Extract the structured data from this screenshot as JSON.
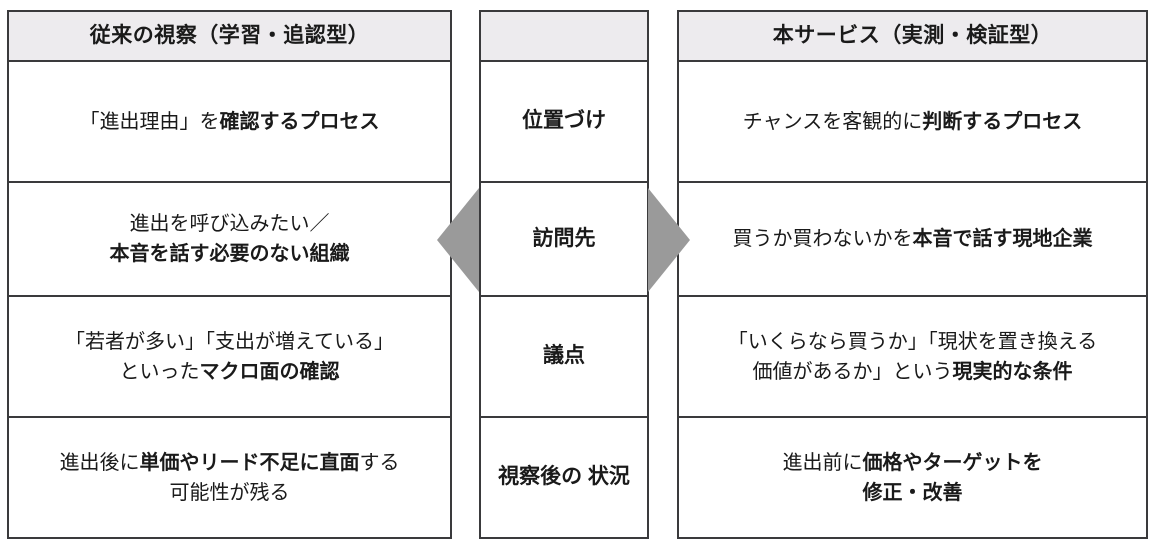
{
  "diagram": {
    "title_left": "従来の視察（学習・追認型）",
    "title_mid": "",
    "title_right": "本サービス（実測・検証型）",
    "arrow_left_name": "left-arrow",
    "arrow_right_name": "right-arrow",
    "colors": {
      "header_fill": "#edebee",
      "border": "#3a3a3c",
      "arrow": "#9a9a9a",
      "text": "#1a1a1a"
    }
  },
  "rows": [
    {
      "label": "位置づけ",
      "left": [
        {
          "normal": "「進出理由」を",
          "bold": "確認するプロセス"
        }
      ],
      "right": [
        {
          "normal": "チャンスを客観的に",
          "bold": "判断するプロセス"
        }
      ]
    },
    {
      "label": "訪問先",
      "left": [
        {
          "normal": "進出を呼び込みたい／",
          "bold": ""
        },
        {
          "normal": "",
          "bold": "本音を話す必要のない組織"
        }
      ],
      "right": [
        {
          "normal": "買うか買わないかを",
          "bold": "本音で話す現地企業"
        }
      ]
    },
    {
      "label": "議点",
      "left": [
        {
          "normal": "「若者が多い」「支出が増えている」",
          "bold": ""
        },
        {
          "normal": "といった",
          "bold": "マクロ面の確認"
        }
      ],
      "right": [
        {
          "normal": "「いくらなら買うか」「現状を置き換える",
          "bold": ""
        },
        {
          "normal": "価値があるか」という",
          "bold": "現実的な条件"
        }
      ]
    },
    {
      "label": "視察後の\n状況",
      "label_line1": "視察後の",
      "label_line2": "状況",
      "left": [
        {
          "normal": "進出後に",
          "bold": "単価やリード不足に直面",
          "normal2": "する"
        },
        {
          "normal": "可能性が残る",
          "bold": ""
        }
      ],
      "right": [
        {
          "normal": "進出前に",
          "bold": "価格やターゲットを"
        },
        {
          "normal": "",
          "bold": "修正・改善"
        }
      ]
    }
  ]
}
